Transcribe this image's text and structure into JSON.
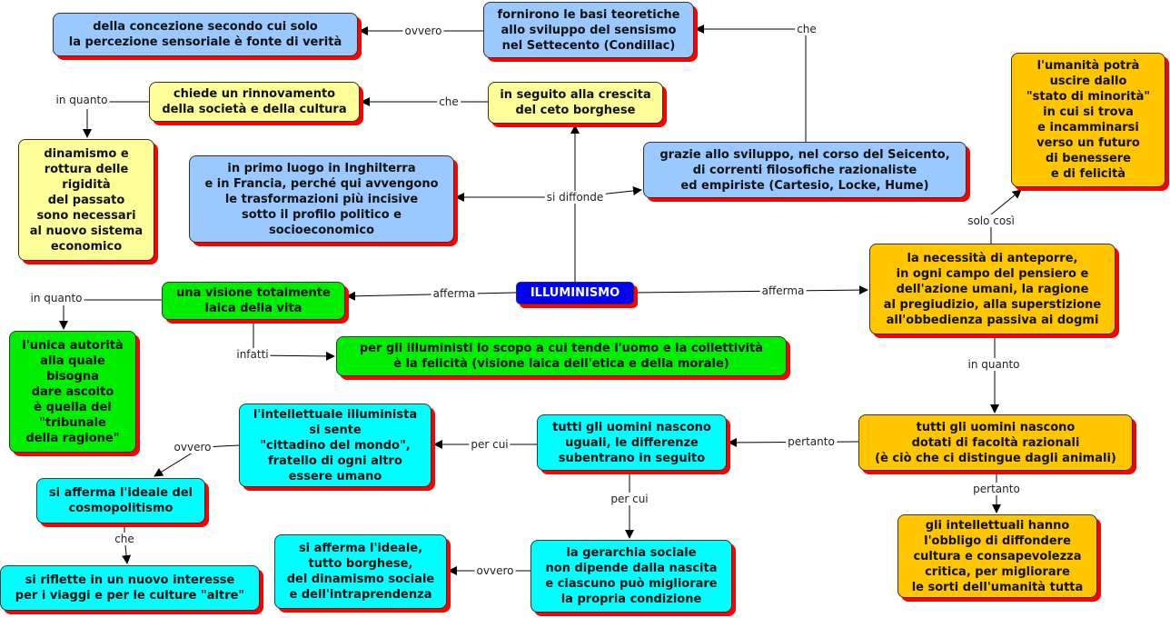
{
  "title": "ILLUMINISMO",
  "colors": {
    "blue": "#99c9ff",
    "yellow": "#ffff99",
    "orange": "#ffc600",
    "green": "#00ee00",
    "cyan": "#00ffff",
    "root": "#0000ff",
    "shadow": "#ff0000"
  },
  "nodes": {
    "sensismo_def": "della concezione secondo cui solo\nla percezione sensoriale è fonte di verità",
    "basi_teoretiche": "fornirono le basi teoretiche\nallo sviluppo del sensismo\nnel Settecento (Condillac)",
    "rinnovamento": "chiede un rinnovamento\ndella società e della cultura",
    "ceto_borghese": "in seguito alla crescita\ndel ceto borghese",
    "dinamismo": "dinamismo e\nrottura delle\nrigidità\ndel passato\nsono necessari\nal nuovo sistema\neconomico",
    "inghilterra_francia": "in primo luogo in Inghilterra\ne in Francia, perché qui avvengono\nle trasformazioni più incisive\nsotto il profilo politico e\nsocioeconomico",
    "correnti_filosofiche": "grazie allo sviluppo, nel corso del Seicento,\ndi correnti filosofiche razionaliste\ned empiriste (Cartesio, Locke, Hume)",
    "umanita": "l'umanità potrà\nuscire dallo\n\"stato di minorità\"\nin cui si trova\ne incamminarsi\nverso un futuro\ndi benessere\ne di felicità",
    "illuminismo": "ILLUMINISMO",
    "visione_laica": "una visione totalmente\nlaica della vita",
    "necessita_ragione": "la necessità di anteporre,\nin ogni campo del pensiero e\ndell'azione umani, la ragione\nal pregiudizio, alla superstizione\nall'obbedienza passiva ai dogmi",
    "unica_autorita": "l'unica autorità\nalla quale\nbisogna\ndare ascolto\nè quella del\n\"tribunale\ndella ragione\"",
    "felicita": "per gli illuministi lo scopo a cui tende l'uomo e la collettività\nè la felicità (visione laica dell'etica e della morale)",
    "intellettuale": "l'intellettuale illuminista\nsi sente\n\"cittadino del mondo\",\nfratello di ogni altro\nessere umano",
    "uguali": "tutti gli uomini nascono\nuguali, le differenze\nsubentrano in seguito",
    "facolta_razionali": "tutti gli uomini nascono\ndotati di facoltà razionali\n(è ciò che ci distingue dagli animali)",
    "cosmopolitismo": "si afferma l'ideale del\ncosmopolitismo",
    "obbligo": "gli intellettuali hanno\nl'obbligo di diffondere\ncultura e consapevolezza\ncritica, per migliorare\nle sorti dell'umanità tutta",
    "viaggi": "si riflette in un nuovo interesse\nper i viaggi e per le culture \"altre\"",
    "ideale_borghese": "si afferma l'ideale,\ntutto borghese,\ndel dinamismo sociale\ne dell'intraprendenza",
    "gerarchia": "la gerarchia sociale\nnon dipende dalla nascita\ne ciascuno può migliorare\nla propria condizione"
  },
  "links": {
    "ovvero_1": "ovvero",
    "che_1": "che",
    "che_2": "che",
    "in_quanto_1": "in quanto",
    "si_diffonde": "si diffonde",
    "afferma_1": "afferma",
    "afferma_2": "afferma",
    "solo_cosi": "solo così",
    "in_quanto_2": "in quanto",
    "infatti": "infatti",
    "in_quanto_3": "in quanto",
    "pertanto_1": "pertanto",
    "per_cui_1": "per cui",
    "ovvero_2": "ovvero",
    "che_3": "che",
    "per_cui_2": "per cui",
    "ovvero_3": "ovvero",
    "pertanto_2": "pertanto"
  }
}
